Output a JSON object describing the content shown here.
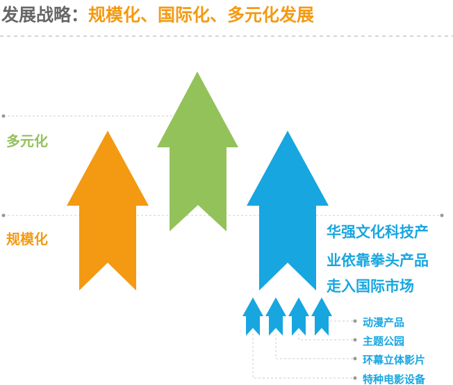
{
  "title": {
    "prefix": "发展战略：",
    "highlight": "规模化、国际化、多元化发展"
  },
  "levels": {
    "diversified": "多元化",
    "scale": "规模化"
  },
  "main_text": [
    "华强文化科技产",
    "业依靠拳头产品",
    "走入国际市场"
  ],
  "products": [
    "动漫产品",
    "主题公园",
    "环幕立体影片",
    "特种电影设备"
  ],
  "colors": {
    "orange": "#f39a12",
    "green": "#93c25a",
    "blue": "#17a6e0",
    "gray": "#666666"
  }
}
